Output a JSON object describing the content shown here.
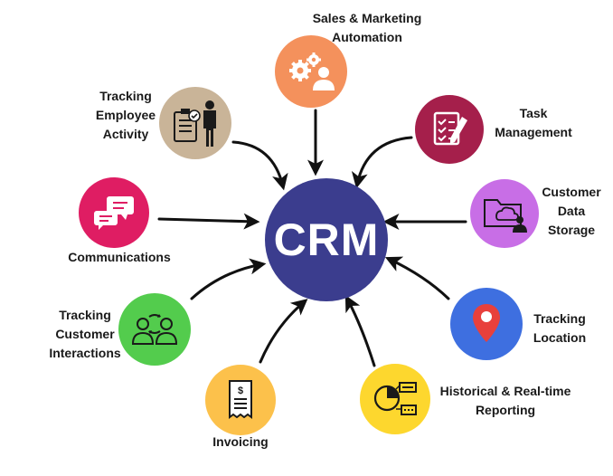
{
  "center": {
    "label": "CRM",
    "color": "#3b3d8e"
  },
  "nodes": [
    {
      "id": "sales",
      "label": "Sales & Marketing\nAutomation",
      "color": "#f4915c",
      "icon": "gears-person-icon"
    },
    {
      "id": "task",
      "label": "Task\nManagement",
      "color": "#a51f4b",
      "icon": "checklist-pen-icon"
    },
    {
      "id": "storage",
      "label": "Customer\nData\nStorage",
      "color": "#c86ee6",
      "icon": "folder-cloud-icon"
    },
    {
      "id": "location",
      "label": "Tracking\nLocation",
      "color": "#3e6fe0",
      "icon": "map-pin-icon"
    },
    {
      "id": "reporting",
      "label": "Historical & Real-time\nReporting",
      "color": "#fdd72e",
      "icon": "pie-chart-icon"
    },
    {
      "id": "invoicing",
      "label": "Invoicing",
      "color": "#fcc14b",
      "icon": "invoice-icon"
    },
    {
      "id": "interactions",
      "label": "Tracking\nCustomer\nInteractions",
      "color": "#53cc4d",
      "icon": "two-people-icon"
    },
    {
      "id": "communications",
      "label": "Communications",
      "color": "#df1d63",
      "icon": "chat-bubbles-icon"
    },
    {
      "id": "employee",
      "label": "Tracking\nEmployee\nActivity",
      "color": "#c9b498",
      "icon": "clipboard-worker-icon"
    }
  ],
  "arrow_color": "#111111"
}
